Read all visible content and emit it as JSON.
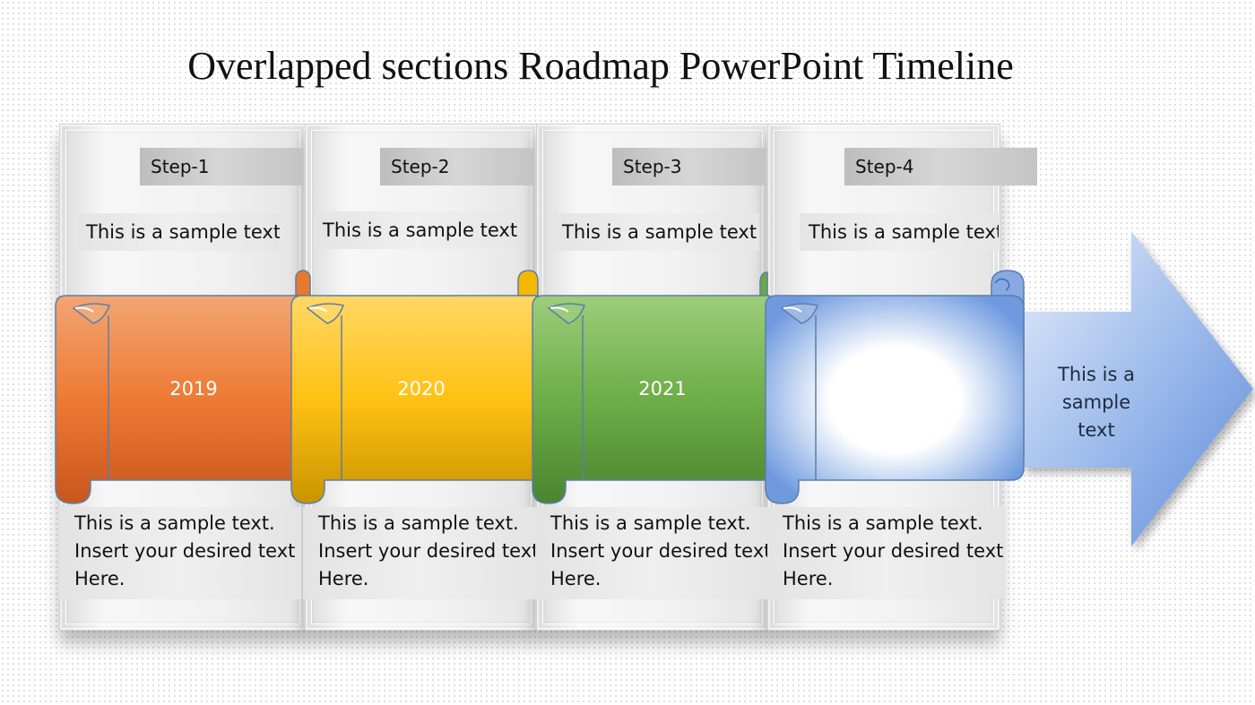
{
  "title": "Overlapped sections Roadmap PowerPoint Timeline",
  "steps": [
    {
      "label": "Step-1",
      "top_text": "This is a sample text",
      "year": "2019",
      "color": "#e8782e",
      "bottom": [
        "This is a sample text.",
        "Insert your desired text",
        "Here."
      ]
    },
    {
      "label": "Step-2",
      "top_text": "This is a sample text",
      "year": "2020",
      "color": "#f5b800",
      "bottom": [
        "This is a sample text.",
        "Insert your desired text",
        "Here."
      ]
    },
    {
      "label": "Step-3",
      "top_text": "This is a sample text",
      "year": "2021",
      "color": "#6aaa45",
      "bottom": [
        "This is a sample text.",
        "Insert your desired text",
        "Here."
      ]
    },
    {
      "label": "Step-4",
      "top_text": "This is a sample text",
      "year": "",
      "color": "#5b8bd6",
      "bottom": [
        "This is a sample text.",
        "Insert your desired text",
        "Here."
      ]
    }
  ],
  "arrow": {
    "lines": [
      "This is a sample",
      "text"
    ],
    "color": "#6a93dc"
  }
}
